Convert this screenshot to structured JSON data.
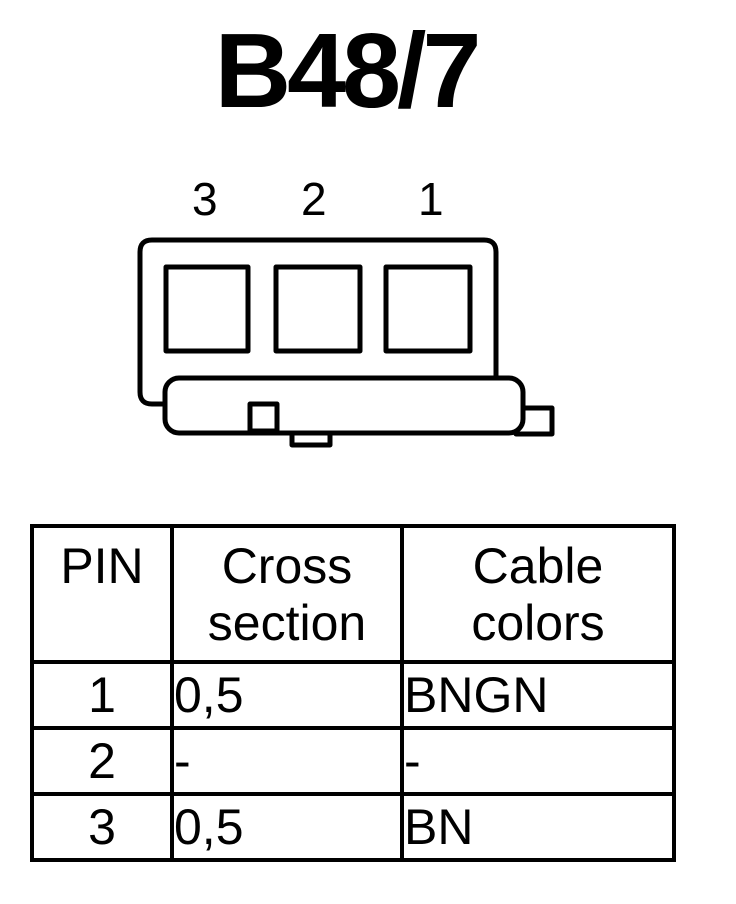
{
  "diagram": {
    "title": "B48/7",
    "pin_labels": [
      "3",
      "2",
      "1"
    ]
  },
  "table": {
    "headers": {
      "pin": "PIN",
      "cross_line1": "Cross",
      "cross_line2": "section",
      "colors_line1": "Cable",
      "colors_line2": "colors"
    },
    "rows": [
      {
        "pin": "1",
        "cross": "0,5",
        "color": "BNGN"
      },
      {
        "pin": "2",
        "cross": "-",
        "color": "-"
      },
      {
        "pin": "3",
        "cross": "0,5",
        "color": "BN"
      }
    ]
  }
}
